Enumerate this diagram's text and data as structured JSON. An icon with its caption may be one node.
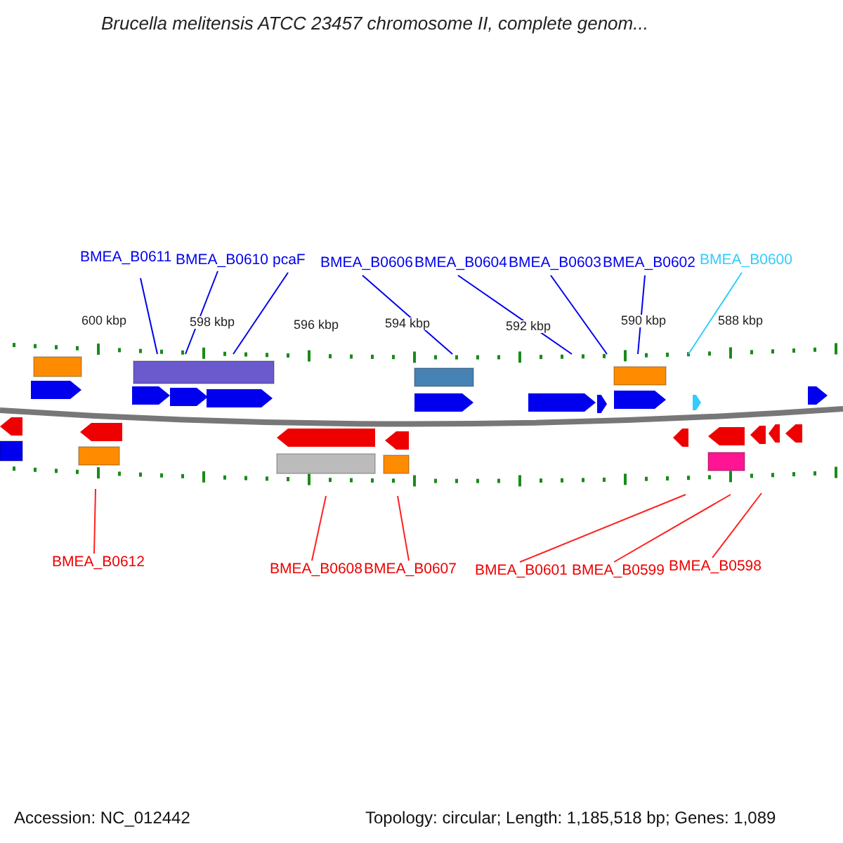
{
  "diagram": {
    "title": "Brucella melitensis ATCC 23457 chromosome II, complete genom...",
    "nodes": [
      {
        "text": [
          "BMEA_B0611"
        ]
      },
      {
        "text": [
          "BMEA_B0610"
        ]
      },
      {
        "text": [
          "pcaF"
        ]
      },
      {
        "text": [
          "BMEA_B0606"
        ]
      },
      {
        "text": [
          "BMEA_B0604"
        ]
      },
      {
        "text": [
          "BMEA_B0603"
        ]
      },
      {
        "text": [
          "BMEA_B0602"
        ]
      },
      {
        "text": [
          "BMEA_B0600"
        ]
      },
      {
        "text": [
          "BMEA_B0612"
        ]
      },
      {
        "text": [
          "BMEA_B0608"
        ]
      },
      {
        "text": [
          "BMEA_B0607"
        ]
      },
      {
        "text": [
          "BMEA_B0601"
        ]
      },
      {
        "text": [
          "BMEA_B0599"
        ]
      },
      {
        "text": [
          "BMEA_B0598"
        ]
      }
    ],
    "edges": [
      {
        "from": 0,
        "to": null,
        "arrow": "none"
      },
      {
        "from": 1,
        "to": null,
        "arrow": "none"
      },
      {
        "from": 2,
        "to": null,
        "arrow": "none"
      },
      {
        "from": 3,
        "to": null,
        "arrow": "none"
      },
      {
        "from": 4,
        "to": null,
        "arrow": "none"
      },
      {
        "from": 5,
        "to": null,
        "arrow": "none"
      },
      {
        "from": 6,
        "to": null,
        "arrow": "none"
      },
      {
        "from": 7,
        "to": null,
        "arrow": "none",
        "color": "#33ccff"
      },
      {
        "from": 8,
        "to": null,
        "arrow": "none",
        "color": "#ff2020"
      },
      {
        "from": 9,
        "to": null,
        "arrow": "none",
        "color": "#ff2020"
      },
      {
        "from": 10,
        "to": null,
        "arrow": "none",
        "color": "#ff2020"
      },
      {
        "from": 11,
        "to": null,
        "arrow": "none",
        "color": "#ff2020"
      },
      {
        "from": 12,
        "to": null,
        "arrow": "none",
        "color": "#ff2020"
      },
      {
        "from": 13,
        "to": null,
        "arrow": "none",
        "color": "#ff2020"
      }
    ],
    "labels": [
      "600 kbp",
      "598 kbp",
      "596 kbp",
      "594 kbp",
      "592 kbp",
      "590 kbp",
      "588 kbp",
      "Accession: NC_012442",
      "Topology: circular; Length: 1,185,518 bp; Genes: 1,089"
    ]
  }
}
